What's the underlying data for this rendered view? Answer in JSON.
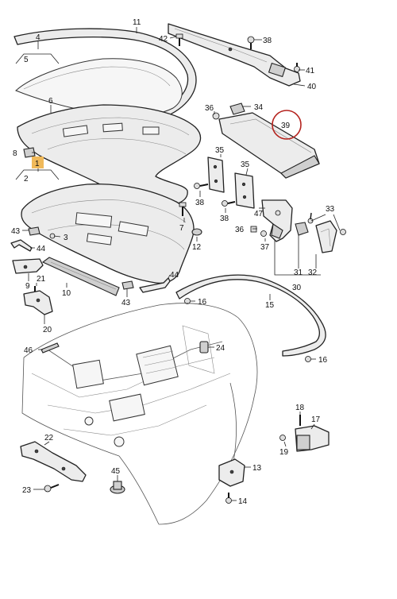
{
  "labels": {
    "l1": "1",
    "l2": "2",
    "l3": "3",
    "l4": "4",
    "l5": "5",
    "l6": "6",
    "l7": "7",
    "l8": "8",
    "l9": "9",
    "l10": "10",
    "l11": "11",
    "l12": "12",
    "l13": "13",
    "l14": "14",
    "l15": "15",
    "l16a": "16",
    "l16b": "16",
    "l17": "17",
    "l18": "18",
    "l19": "19",
    "l20": "20",
    "l21": "21",
    "l22": "22",
    "l23": "23",
    "l24": "24",
    "l30": "30",
    "l31": "31",
    "l32": "32",
    "l33": "33",
    "l34": "34",
    "l35a": "35",
    "l35b": "35",
    "l36a": "36",
    "l36b": "36",
    "l37": "37",
    "l38a": "38",
    "l38b": "38",
    "l38c": "38",
    "l39": "39",
    "l40": "40",
    "l41": "41",
    "l42": "42",
    "l43a": "43",
    "l43b": "43",
    "l44a": "44",
    "l44b": "44",
    "l45": "45",
    "l46": "46",
    "l47": "47"
  },
  "colors": {
    "highlight_box": "#f0b95a",
    "circle": "#b5241f",
    "line": "#222222"
  }
}
